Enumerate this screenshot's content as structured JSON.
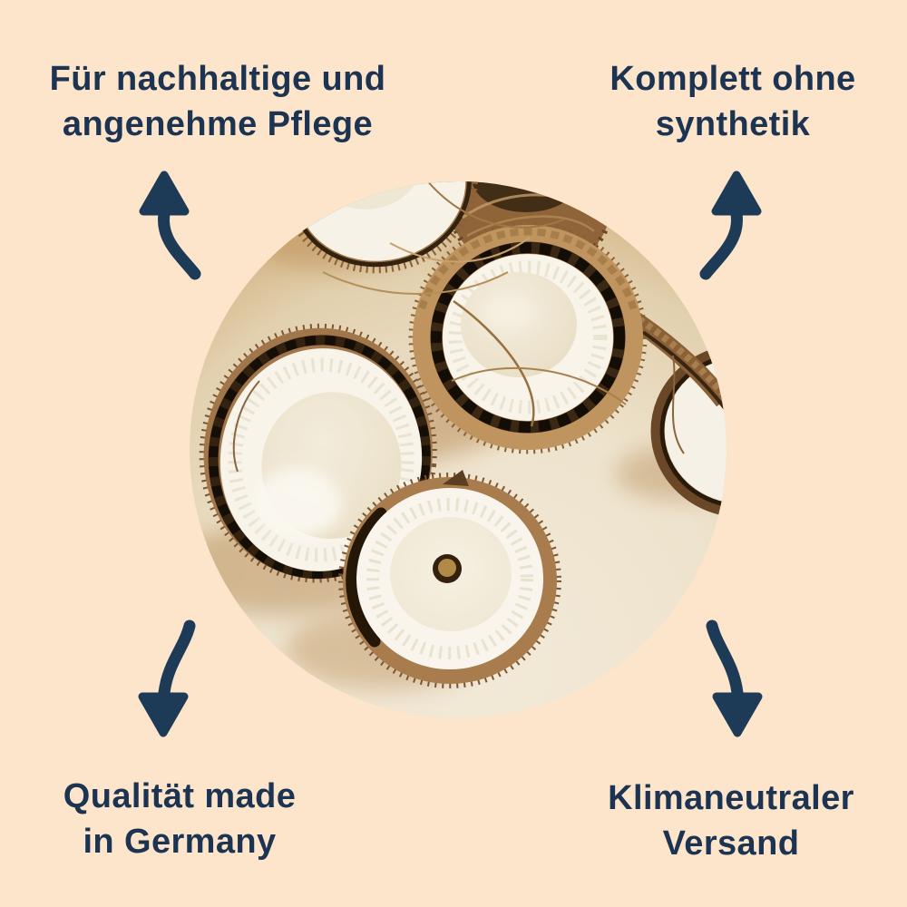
{
  "page": {
    "background_color": "#fde5cc",
    "text_color": "#1c3452",
    "arrow_color": "#1d3a57"
  },
  "labels": {
    "top_left": {
      "line1": "Für nachhaltige und",
      "line2": "angenehme Pflege"
    },
    "top_right": {
      "line1": "Komplett ohne",
      "line2": "synthetik"
    },
    "bottom_left": {
      "line1": "Qualität made",
      "line2": "in Germany"
    },
    "bottom_right": {
      "line1": "Klimaneutraler",
      "line2": "Versand"
    }
  },
  "photo": {
    "description": "Top-down photo of halved coconuts with white flesh on a cream-gold surface, cropped to a circle",
    "palette": {
      "husk_brown": "#a87c4c",
      "shell_dark": "#33220f",
      "flesh_white": "#f8f4ea",
      "surface_cream": "#f0e6d3",
      "surface_gold": "#bb8a50"
    }
  },
  "icons": {
    "top_left": "curved-arrow-up",
    "top_right": "curved-arrow-up",
    "bottom_left": "curved-arrow-down",
    "bottom_right": "curved-arrow-down"
  }
}
